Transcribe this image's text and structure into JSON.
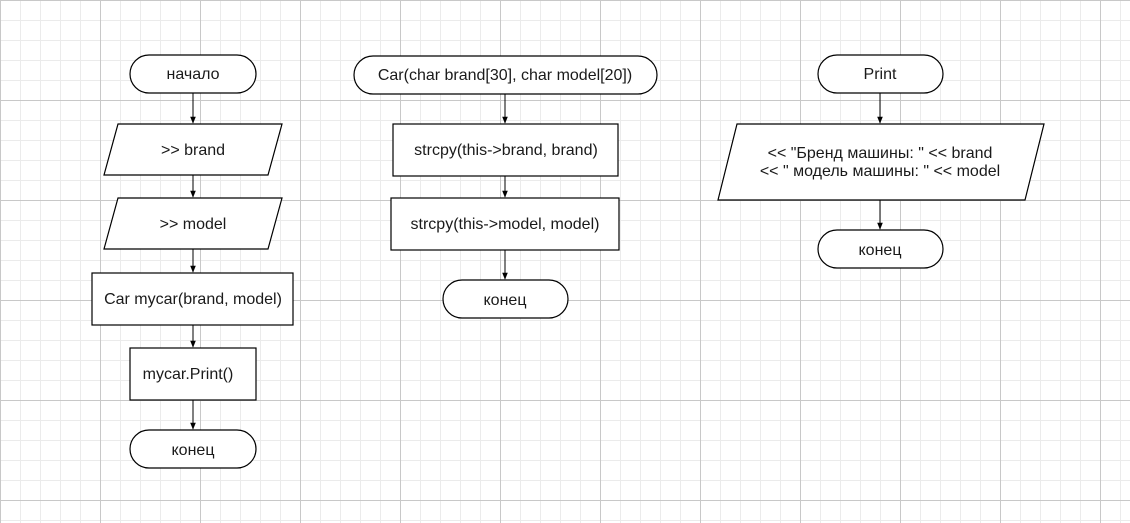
{
  "flowcharts": {
    "main": {
      "start": "начало",
      "input_brand": ">> brand",
      "input_model": ">> model",
      "create_car": "Car mycar(brand, model)",
      "call_print": "mycar.Print()",
      "end": "конец"
    },
    "constructor": {
      "signature": "Car(char brand[30], char model[20])",
      "copy_brand": "strcpy(this->brand, brand)",
      "copy_model": "strcpy(this->model, model)",
      "end": "конец"
    },
    "print": {
      "start": "Print",
      "output_line1": "<< \"Бренд машины: \" << brand",
      "output_line2": "<< \" модель машины: \" << model",
      "end": "конец"
    }
  }
}
